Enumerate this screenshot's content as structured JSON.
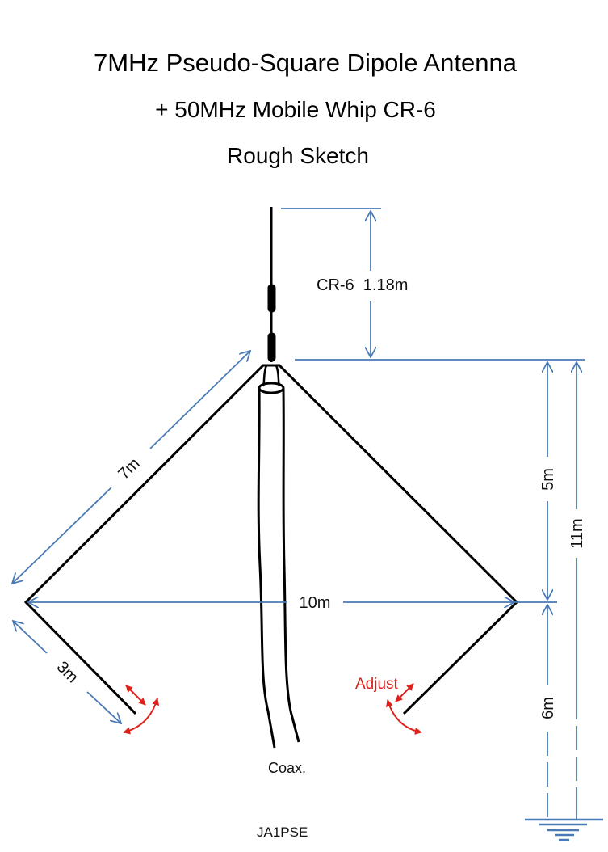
{
  "title": {
    "line1": "7MHz Pseudo-Square Dipole Antenna",
    "line2": "+ 50MHz Mobile Whip CR-6",
    "line3": "Rough Sketch"
  },
  "labels": {
    "whip": "CR-6  1.18m",
    "upper_leg": "7m",
    "span": "10m",
    "upper_height": "5m",
    "total_height": "11m",
    "lower_height": "6m",
    "lower_leg": "3m",
    "adjust": "Adjust",
    "coax": "Coax.",
    "author": "JA1PSE"
  },
  "colors": {
    "wire": "#000000",
    "dimension": "#4a7ab5",
    "adjust": "#e0201a"
  }
}
